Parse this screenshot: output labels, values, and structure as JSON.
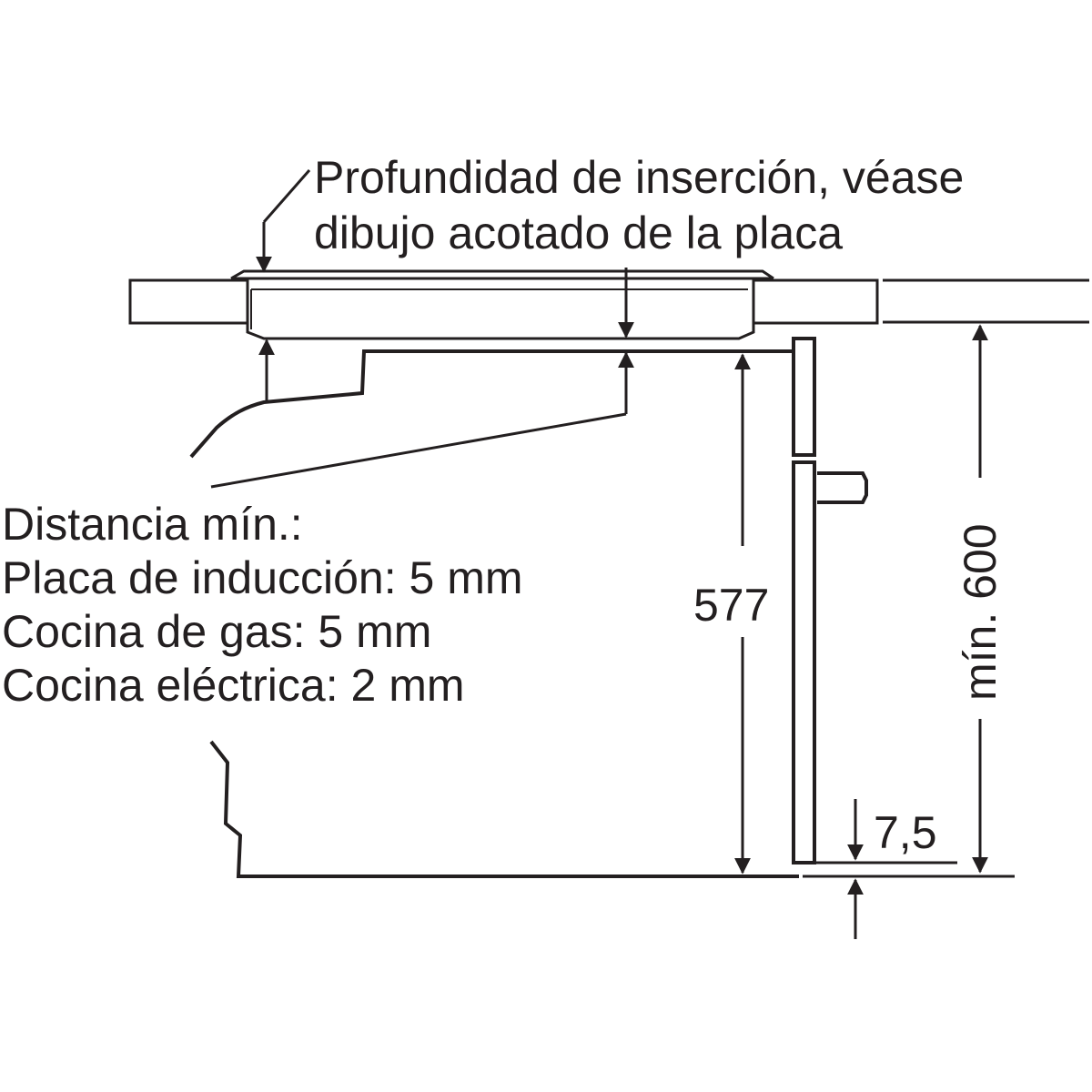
{
  "diagram": {
    "callout_top": {
      "line1": "Profundidad de inserción, véase",
      "line2": "dibujo acotado de la placa"
    },
    "min_distance": {
      "heading": "Distancia mín.:",
      "items": [
        "Placa de inducción: 5 mm",
        "Cocina de gas: 5 mm",
        "Cocina eléctrica: 2 mm"
      ]
    },
    "dimensions": {
      "oven_height": "577",
      "niche_height": "mín. 600",
      "offset": "7,5"
    },
    "colors": {
      "ink": "#231f20",
      "hatch_fill": "#f2f2f2"
    }
  }
}
